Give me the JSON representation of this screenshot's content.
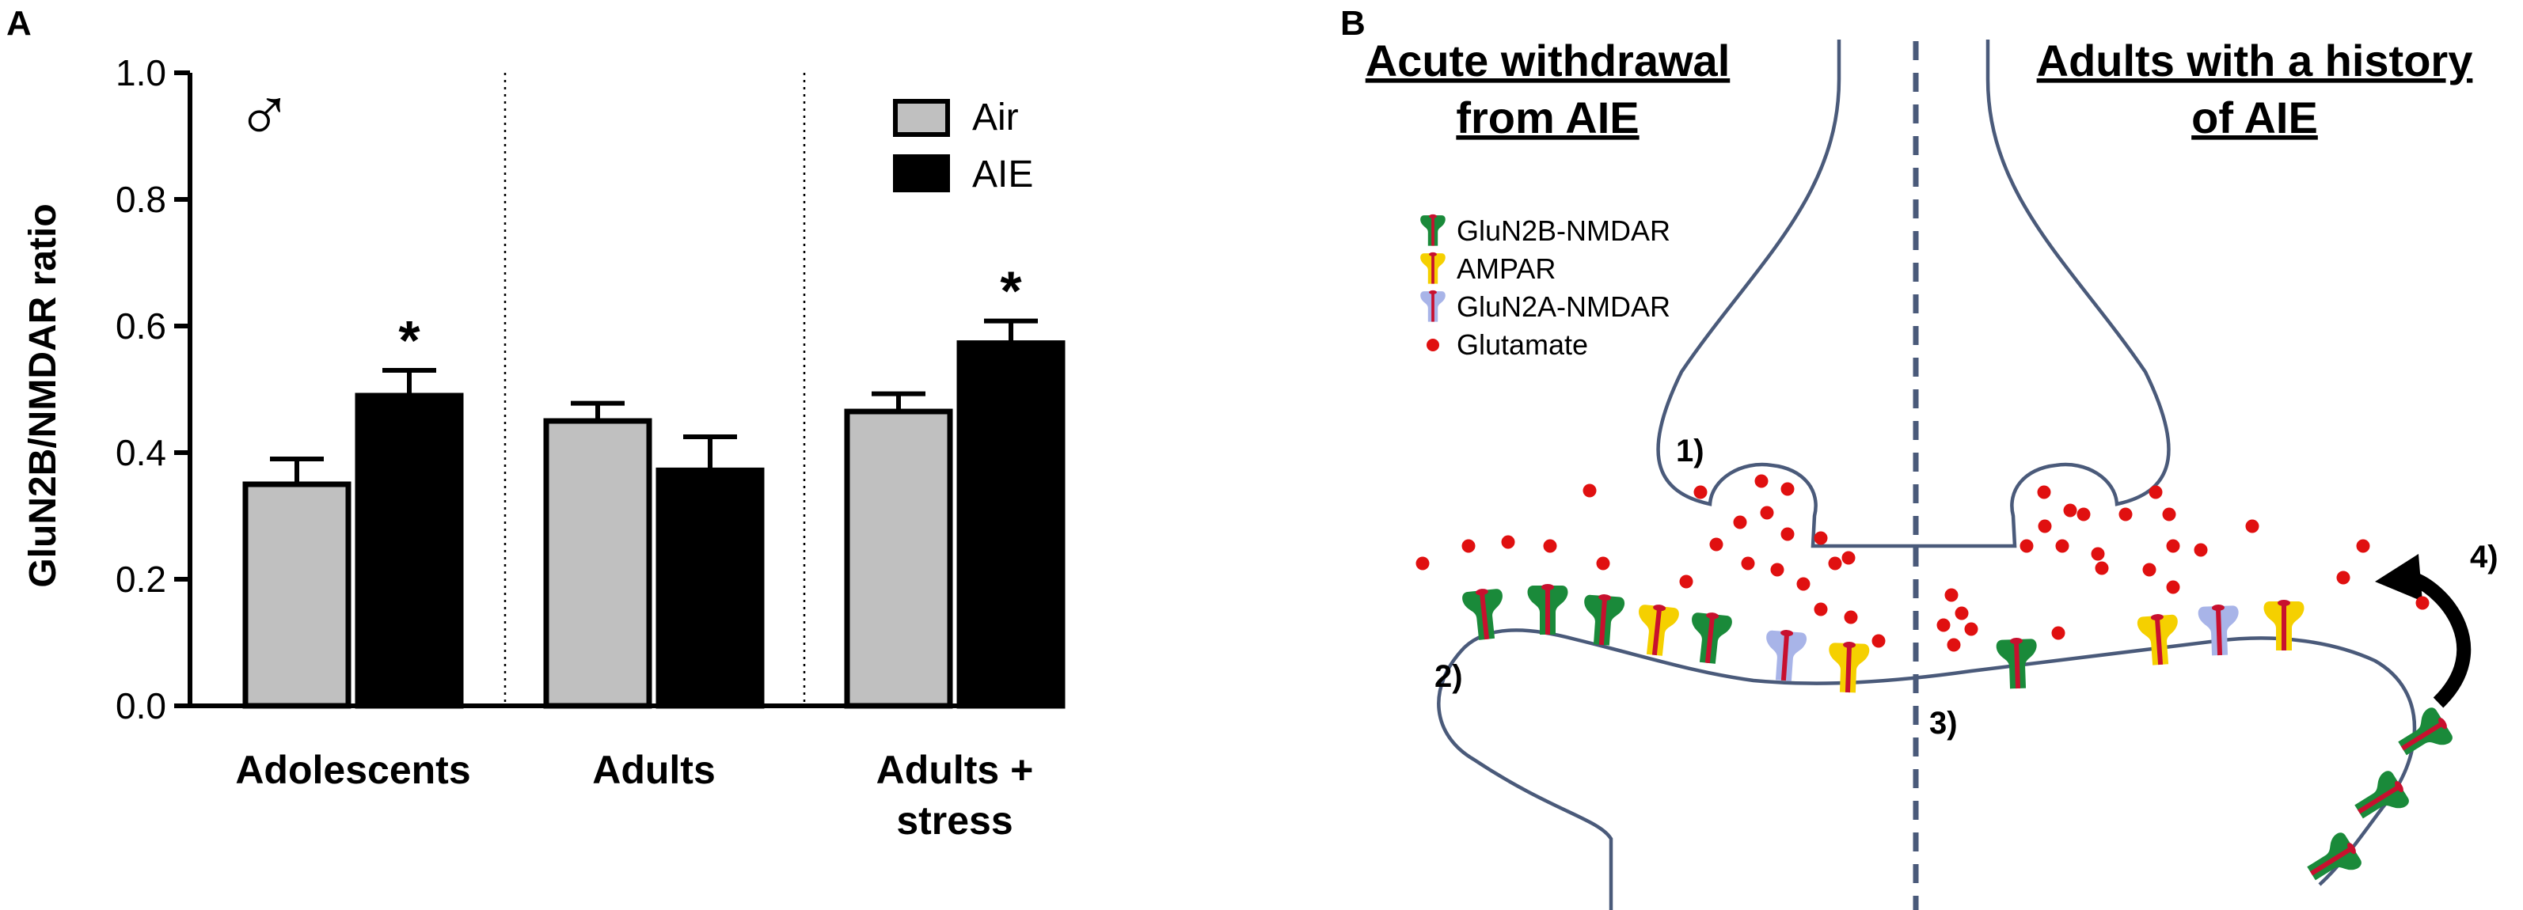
{
  "panel_a": {
    "letter": "A",
    "male_symbol": "♂",
    "significance_marker": "*",
    "legend": [
      {
        "label": "Air",
        "color": "#c0c0c0"
      },
      {
        "label": "AIE",
        "color": "#000000"
      }
    ],
    "chart_data": {
      "type": "bar",
      "ylabel": "GluN2B/NMDAR ratio",
      "ylim": [
        0,
        1.0
      ],
      "yticks": [
        "0.0",
        "0.2",
        "0.4",
        "0.6",
        "0.8",
        "1.0"
      ],
      "grid": false,
      "legend_position": "top-right",
      "categories": [
        {
          "lines": [
            "Adolescents"
          ]
        },
        {
          "lines": [
            "Adults"
          ]
        },
        {
          "lines": [
            "Adults +",
            "stress"
          ]
        }
      ],
      "series": [
        {
          "name": "Air",
          "color": "#c0c0c0",
          "values": [
            0.35,
            0.45,
            0.465
          ],
          "errors": [
            0.04,
            0.028,
            0.028
          ]
        },
        {
          "name": "AIE",
          "color": "#000000",
          "values": [
            0.49,
            0.372,
            0.573
          ],
          "errors": [
            0.04,
            0.053,
            0.035
          ]
        }
      ],
      "significance": [
        {
          "category_index": 0,
          "series_index": 1
        },
        {
          "category_index": 2,
          "series_index": 1
        }
      ]
    }
  },
  "panel_b": {
    "letter": "B",
    "title_left": [
      "Acute withdrawal",
      "from AIE"
    ],
    "title_right": [
      "Adults with a history",
      "of AIE"
    ],
    "legend": [
      {
        "label": "GluN2B-NMDAR",
        "icon": "glun2b-receptor-icon",
        "color": "#1a8a3a"
      },
      {
        "label": "AMPAR",
        "icon": "ampar-receptor-icon",
        "color": "#f5d000"
      },
      {
        "label": "GluN2A-NMDAR",
        "icon": "glun2a-receptor-icon",
        "color": "#a8b4e8"
      },
      {
        "label": "Glutamate",
        "icon": "glutamate-dot-icon",
        "color": "#e01010"
      }
    ],
    "annotations": [
      "1)",
      "2)",
      "3)",
      "4)"
    ],
    "colors": {
      "membrane": "#4a5a7a",
      "stripe": "#c8102e"
    }
  }
}
